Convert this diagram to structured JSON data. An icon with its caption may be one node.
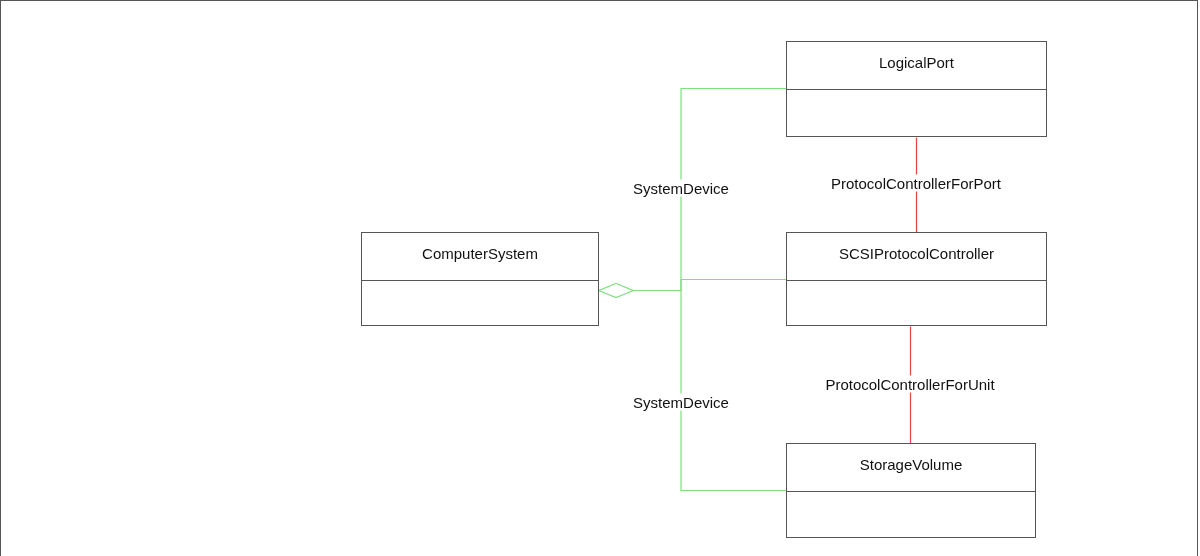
{
  "diagram": {
    "nodes": [
      {
        "text": [
          "ComputerSystem"
        ]
      },
      {
        "text": [
          "LogicalPort"
        ]
      },
      {
        "text": [
          "SCSIProtocolController"
        ]
      },
      {
        "text": [
          "StorageVolume"
        ]
      }
    ],
    "edges": [
      {
        "from": 0,
        "to": 1,
        "arrow": "other",
        "label": "SystemDevice"
      },
      {
        "from": 0,
        "to": 2,
        "arrow": "other"
      },
      {
        "from": 0,
        "to": 3,
        "arrow": "other",
        "label": "SystemDevice"
      },
      {
        "from": 1,
        "to": 2,
        "arrow": "none",
        "label": "ProtocolControllerForPort",
        "color": "#e8404a"
      },
      {
        "from": 2,
        "to": 3,
        "arrow": "none",
        "label": "ProtocolControllerForUnit",
        "color": "#e8404a"
      }
    ]
  }
}
